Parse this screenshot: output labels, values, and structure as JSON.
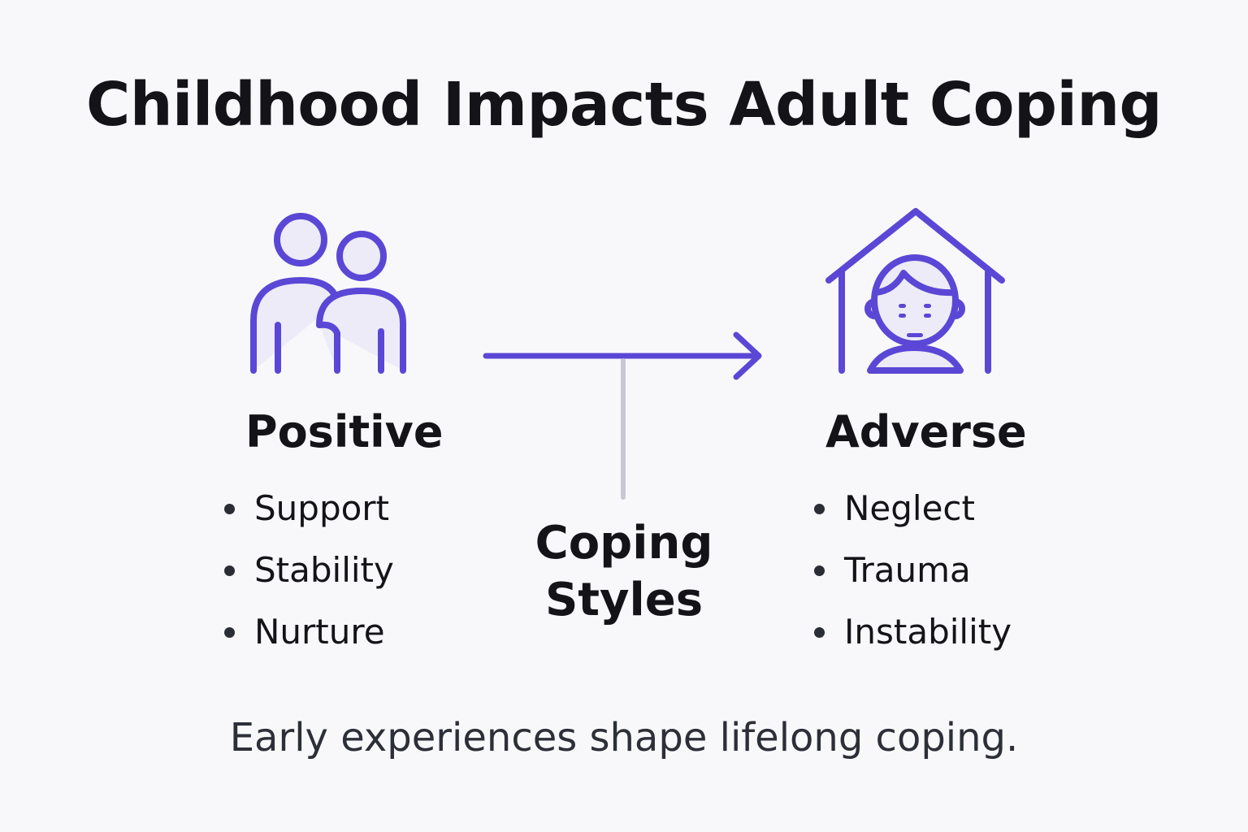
{
  "title": "Childhood Impacts Adult Coping",
  "positive": {
    "heading": "Positive",
    "items": [
      "Support",
      "Stability",
      "Nurture"
    ],
    "icon": "family-icon"
  },
  "adverse": {
    "heading": "Adverse",
    "items": [
      "Neglect",
      "Trauma",
      "Instability"
    ],
    "icon": "child-in-house-icon"
  },
  "center": {
    "line1": "Coping",
    "line2": "Styles"
  },
  "caption": "Early experiences shape lifelong coping.",
  "colors": {
    "accent": "#5b47d6",
    "icon_fill": "#ecebf7",
    "connector": "#c8c8d2",
    "background": "#f8f8fa"
  }
}
